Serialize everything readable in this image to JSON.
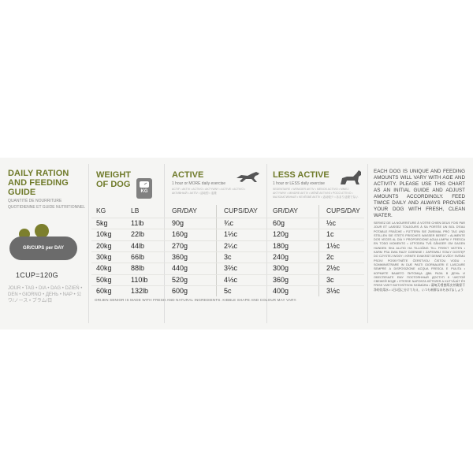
{
  "left": {
    "title": "DAILY RATION AND FEEDING GUIDE",
    "subtitle_fr1": "QUANTITÉ DE NOURRITURE",
    "subtitle_fr2": "QUOTIDIENNE ET GUIDE NUTRITIONNEL",
    "badge_label": "GR/CUPS per DAY",
    "cup_line": "1CUP=120G",
    "langs": "JOUR • TAG • DIA • DAG • DZIEŃ • DEN • GIORNO • ДЕНЬ • NAP • 公ワ/ノース • ブラム/日"
  },
  "weight": {
    "title_1": "WEIGHT",
    "title_2": "OF DOG",
    "badge": "KG"
  },
  "active": {
    "title": "ACTIVE",
    "desc": "1 hour or MORE daily exercise",
    "langs": "ACTIF • AKTIV • ACTIVO • AKTYWNY • ACTIVE • ACTIVO • АКТИВНЫЙ • AKTÍV • 活动的 • 活発"
  },
  "less": {
    "title": "LESS ACTIVE",
    "desc": "1 hour or LESS daily exercise",
    "langs": "SEDENTAIRE • WENIGER AKTIV • MENOS ACTIVO • MNIEJ AKTYWNY • MINDRE AKTIV • MÉNĚ AKTIVNÍ • POCO ATTIVO • МАЛОАКТИВНЫЙ • KEVÉSBÉ AKTÍV • 活动较少 • あまり活発でない"
  },
  "columns": [
    "KG",
    "LB",
    "GR/DAY",
    "CUPS/DAY",
    "GR/DAY",
    "CUPS/DAY"
  ],
  "rows": [
    [
      "5kg",
      "11lb",
      "90g",
      "¾c",
      "60g",
      "½c"
    ],
    [
      "10kg",
      "22lb",
      "160g",
      "1⅓c",
      "120g",
      "1c"
    ],
    [
      "20kg",
      "44lb",
      "270g",
      "2¼c",
      "180g",
      "1½c"
    ],
    [
      "30kg",
      "66lb",
      "360g",
      "3c",
      "240g",
      "2c"
    ],
    [
      "40kg",
      "88lb",
      "440g",
      "3⅔c",
      "300g",
      "2½c"
    ],
    [
      "50kg",
      "110lb",
      "520g",
      "4⅓c",
      "360g",
      "3c"
    ],
    [
      "60kg",
      "132lb",
      "600g",
      "5c",
      "400g",
      "3⅓c"
    ]
  ],
  "footnote": "ORIJEN SENIOR IS MADE WITH FRESH AND NATURAL INGREDIENTS. KIBBLE SHAPE AND COLOUR MAY VARY.",
  "right": {
    "p1": "EACH DOG IS UNIQUE AND FEEDING AMOUNTS WILL VARY WITH AGE AND ACTIVITY. PLEASE USE THIS CHART AS AN INITIAL GUIDE AND ADJUST AMOUNTS ACCORDINGLY. FEED TWICE DAILY AND ALWAYS PROVIDE YOUR DOG WITH FRESH, CLEAN WATER.",
    "p2": "SERVEZ DE LA NOURRITURE À VOTRE CHIEN DEUX FOIS PAR JOUR ET LAISSEZ TOUJOURS À SA PORTÉE UN BOL D'EAU POTABLE FRAÎCHE • FÜTTERN SIE ZWEIMAL PRO TAG UND STELLEN SIE STETS FRISCHES WASSER BEREIT • ALIMENTE DOS VECES AL DÍA Y PROPORCIONE AGUA LIMPIA Y FRESCA EN TODO MOMENTO • UTFODRA TVÅ GÅNGER OM DAGEN HUNDEN SKA ALLTID HA TILLGÅNG TILL FRISKT VATTEN • KARM PSA DWA RAZY DZIENNIE I ZAPEWNIJ STAŁY DOSTĘP DO CZYSTEJ WODY • KRMTE DVAKRÁT DENNĚ A VŽDY SVÉMU PSOVI POSKYTNĚTE ČERSTVOU ČISTOU VODU • SOMMINISTRARE IN DUE PASTI GIORNALIERI E LASCIARE SEMPRE A DISPOSIZIONE ACQUA FRESCA E PULITA • КОРМИТЕ ВАШЕГО ПИТОМЦА ДВА РАЗА В ДЕНЬ И ОБЕСПЕЧЬТЕ ЕМУ ПОСТОЯННЫЙ ДОСТУП К ЧИСТОЙ СВЕЖЕЙ ВОДЕ • ETESSE NAPONTA KÉTSZER A KUTYÁJÁT ÉS FRISS VIZET BIZTOSÍTSON SZÁMÁRA • 请每天喂食两次并确保干净的饮用水 • 1日2回に分けて与え、いつも新鮮な水をあげましょう"
  }
}
